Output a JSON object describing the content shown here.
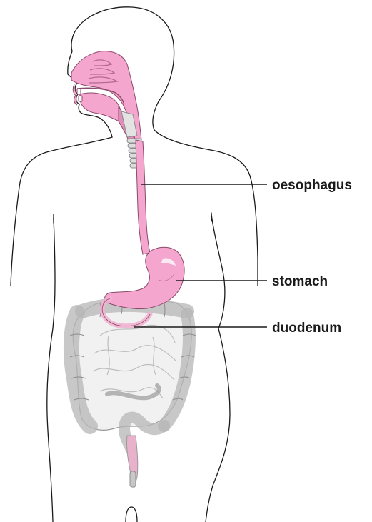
{
  "labels": {
    "oesophagus": "oesophagus",
    "stomach": "stomach",
    "duodenum": "duodenum"
  },
  "colors": {
    "outline": "#1a1a1a",
    "digestive_tract": "#f4a6cf",
    "digestive_tract_dark": "#d67aab",
    "intestine": "#c4c4c4",
    "intestine_dark": "#9a9a9a",
    "trachea": "#d9d9d9",
    "leader_line": "#1a1a1a"
  }
}
